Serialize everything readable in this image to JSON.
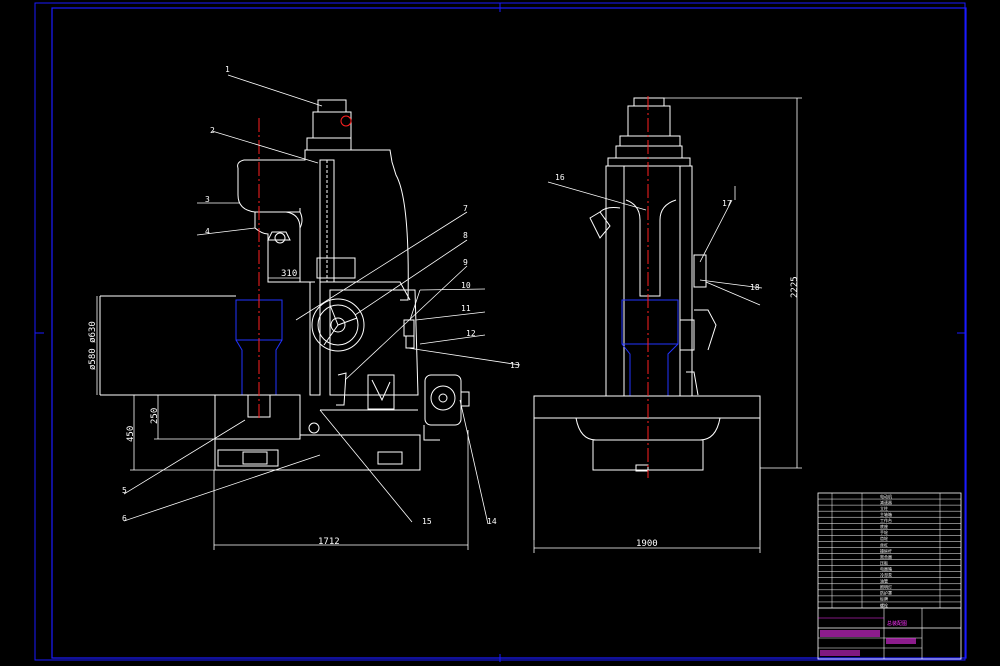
{
  "colors": {
    "background": "#000000",
    "line": "#ffffff",
    "border": "#1a1aff",
    "part": "#2233ff",
    "centerline": "#ff2020",
    "title_block_text": "#ff33ff",
    "dimension": "#ffffff"
  },
  "callouts": [
    "1",
    "2",
    "3",
    "4",
    "5",
    "6",
    "7",
    "8",
    "9",
    "10",
    "11",
    "12",
    "13",
    "14",
    "15",
    "16",
    "17",
    "18"
  ],
  "dimensions": {
    "front_width": "1712",
    "side_width": "1900",
    "height": "2225",
    "throat": "310",
    "diameter": "ø580 ø630",
    "table_h1": "250",
    "table_h2": "450"
  },
  "title_block": {
    "drawing_title": "总装配图",
    "bom_rows": [
      "电动机",
      "减速器",
      "立柱",
      "主轴箱",
      "工作台",
      "底座",
      "手轮",
      "齿轮",
      "丝杠",
      "操纵杆",
      "离合器",
      "压板",
      "电器箱",
      "冷却泵",
      "油管",
      "照明灯",
      "防护罩",
      "标牌",
      "螺栓"
    ]
  }
}
